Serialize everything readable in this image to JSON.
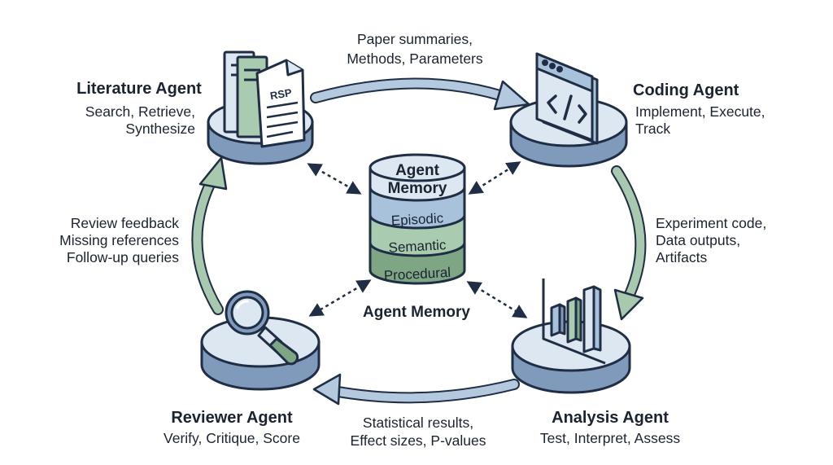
{
  "agents": {
    "literature": {
      "title": "Literature Agent",
      "line1": "Search, Retrieve,",
      "line2": "Synthesize",
      "doc_label": "RSP"
    },
    "coding": {
      "title": "Coding Agent",
      "line1": "Implement, Execute,",
      "line2": "Track"
    },
    "analysis": {
      "title": "Analysis Agent",
      "line1": "Test, Interpret, Assess"
    },
    "reviewer": {
      "title": "Reviewer Agent",
      "line1": "Verify, Critique, Score"
    }
  },
  "flows": {
    "literature_to_coding": {
      "line1": "Paper summaries,",
      "line2": "Methods, Parameters"
    },
    "coding_to_analysis": {
      "line1": "Experiment code,",
      "line2": "Data outputs,",
      "line3": "Artifacts"
    },
    "analysis_to_reviewer": {
      "line1": "Statistical results,",
      "line2": "Effect sizes, P-values"
    },
    "reviewer_to_literature": {
      "line1": "Review feedback",
      "line2": "Missing references",
      "line3": "Follow-up queries"
    }
  },
  "memory": {
    "top_line1": "Agent",
    "top_line2": "Memory",
    "layers": [
      "Episodic",
      "Semantic",
      "Procedural"
    ],
    "caption": "Agent Memory"
  },
  "colors": {
    "outline": "#1f2e44",
    "disk_top": "#dde7f1",
    "disk_side": "#7f9abb",
    "flow_arrow": "#b4c9de",
    "feedback_arrow": "#a8c9ad",
    "memory_blue": "#a9c2dc",
    "memory_green": "#a9cbb0",
    "memory_dark_green": "#7ea685"
  }
}
